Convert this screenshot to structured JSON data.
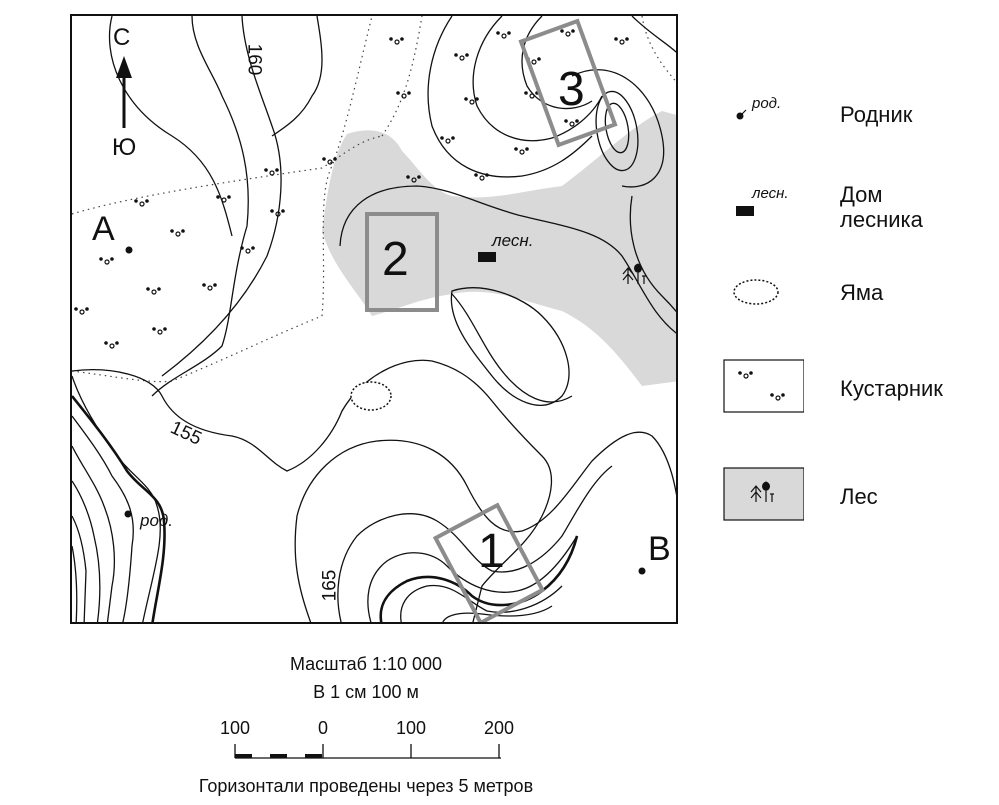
{
  "map": {
    "north_label": "С",
    "south_label": "Ю",
    "point_labels": {
      "a": "А",
      "b": "В"
    },
    "contour_labels": {
      "c160": "160",
      "c155": "155",
      "c165": "165"
    },
    "square_labels": {
      "s1": "1",
      "s2": "2",
      "s3": "3"
    },
    "spring_label": "род.",
    "forester_house_label": "лесн.",
    "colors": {
      "forest": "#d9d9d9",
      "square_frame": "#8c8c8c",
      "lines": "#111111"
    }
  },
  "legend": {
    "items": [
      {
        "symbol_text": "род.",
        "label": "Родник",
        "icon": "spring-icon"
      },
      {
        "symbol_text": "лесн.",
        "label": "Дом\nлесника",
        "icon": "forester-house-icon"
      },
      {
        "symbol_text": "",
        "label": "Яма",
        "icon": "pit-icon"
      },
      {
        "symbol_text": "",
        "label": "Кустарник",
        "icon": "shrub-icon"
      },
      {
        "symbol_text": "",
        "label": "Лес",
        "icon": "forest-icon"
      }
    ]
  },
  "scale": {
    "title": "Масштаб 1:10 000",
    "subtitle": "В 1 см 100 м",
    "ticks": [
      "100",
      "0",
      "100",
      "200"
    ],
    "footer": "Горизонтали проведены через 5 метров"
  }
}
